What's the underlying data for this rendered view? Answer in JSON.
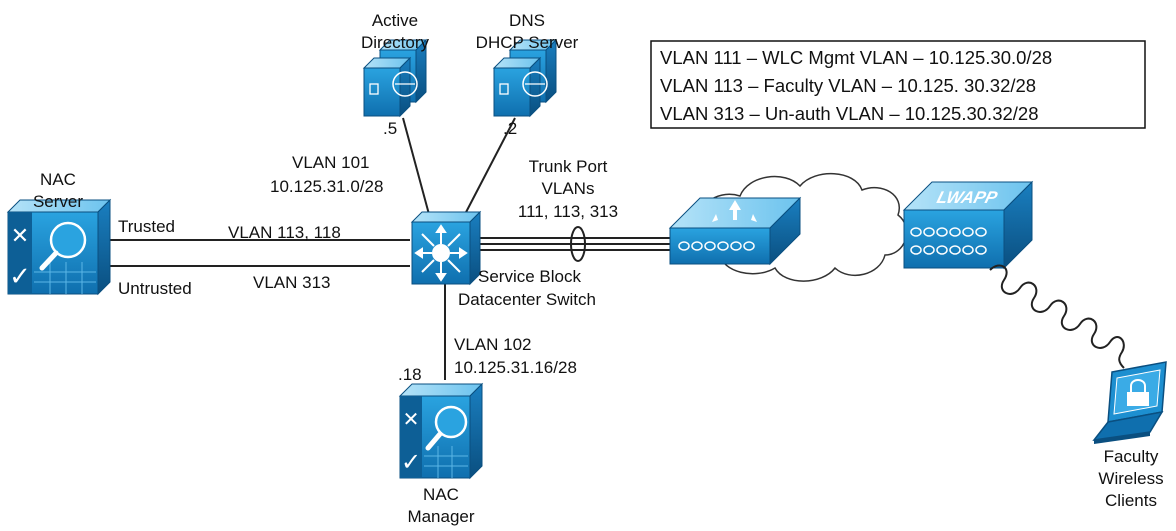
{
  "legend": {
    "lines": [
      "VLAN 111 – WLC Mgmt VLAN – 10.125.30.0/28",
      "VLAN 113 – Faculty VLAN – 10.125. 30.32/28",
      "VLAN 313 – Un-auth VLAN – 10.125.30.32/28"
    ]
  },
  "nodes": {
    "active_directory": {
      "line1": "Active",
      "line2": "Directory",
      "address": ".5"
    },
    "dns_dhcp": {
      "line1": "DNS",
      "line2": "DHCP Server",
      "address": ".2"
    },
    "nac_server": {
      "line1": "NAC",
      "line2": "Server"
    },
    "nac_manager": {
      "line1": "NAC",
      "line2": "Manager",
      "address": ".18"
    },
    "switch": {
      "line1": "Service Block",
      "line2": "Datacenter Switch"
    },
    "lwapp": {
      "label": "LWAPP"
    },
    "clients": {
      "line1": "Faculty",
      "line2": "Wireless",
      "line3": "Clients"
    }
  },
  "links": {
    "vlan101": {
      "line1": "VLAN 101",
      "line2": "10.125.31.0/28"
    },
    "vlan102": {
      "line1": "VLAN 102",
      "line2": "10.125.31.16/28"
    },
    "trusted": {
      "port": "Trusted",
      "vlan": "VLAN 113, 118"
    },
    "untrusted": {
      "port": "Untrusted",
      "vlan": "VLAN 313"
    },
    "trunk": {
      "line1": "Trunk Port",
      "line2": "VLANs",
      "line3": "111, 113, 313"
    }
  },
  "colors": {
    "device_blue": "#1d8fd0",
    "device_dark": "#0d5f96",
    "device_light": "#8fd2f4",
    "line": "#222222"
  }
}
